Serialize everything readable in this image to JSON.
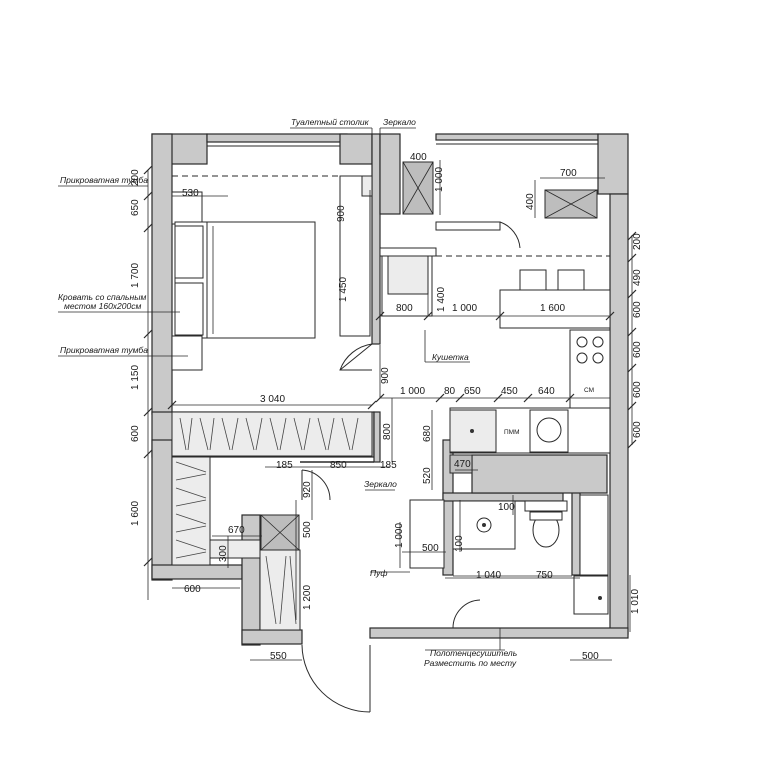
{
  "labels": {
    "vanity": "Туалетный столик",
    "mirror_top": "Зеркало",
    "nightstand_top": "Прикроватная тумба",
    "bed_line1": "Кровать со спальным",
    "bed_line2": "местом 160х200см",
    "nightstand_bottom": "Прикроватная тумба",
    "couch": "Кушетка",
    "mirror_bottom": "Зеркало",
    "pouf": "Пуф",
    "towel_line1": "Полотенцесушитель",
    "towel_line2": "Разместить по месту",
    "dishwasher": "ПММ",
    "washer": "СМ"
  },
  "dims": {
    "d400": "400",
    "d1000a": "1 000",
    "d700": "700",
    "d400b": "400",
    "d200a": "200",
    "d490": "490",
    "d600a": "600",
    "d600b": "600",
    "d600c": "600",
    "d600d": "600",
    "d530": "530",
    "d200b": "200",
    "d650": "650",
    "d900a": "900",
    "d1700": "1 700",
    "d1450": "1 450",
    "d1400": "1 400",
    "d800a": "800",
    "d1000b": "1 000",
    "d1600a": "1 600",
    "d1150": "1 150",
    "d900b": "900",
    "d1000c": "1 000",
    "d80": "80",
    "d650b": "650",
    "d450": "450",
    "d640": "640",
    "d3040": "3 040",
    "d600e": "600",
    "d800b": "800",
    "d680": "680",
    "d185a": "185",
    "d850": "850",
    "d185b": "185",
    "d520": "520",
    "d470": "470",
    "d920": "920",
    "d1600b": "1 600",
    "d670": "670",
    "d500a": "500",
    "d300": "300",
    "d1200": "1 200",
    "d100a": "100",
    "d1000d": "1 000",
    "d500b": "500",
    "d100b": "100",
    "d1040": "1 040",
    "d750": "750",
    "d600f": "600",
    "d1010": "1 010",
    "d550": "550",
    "d500c": "500"
  }
}
